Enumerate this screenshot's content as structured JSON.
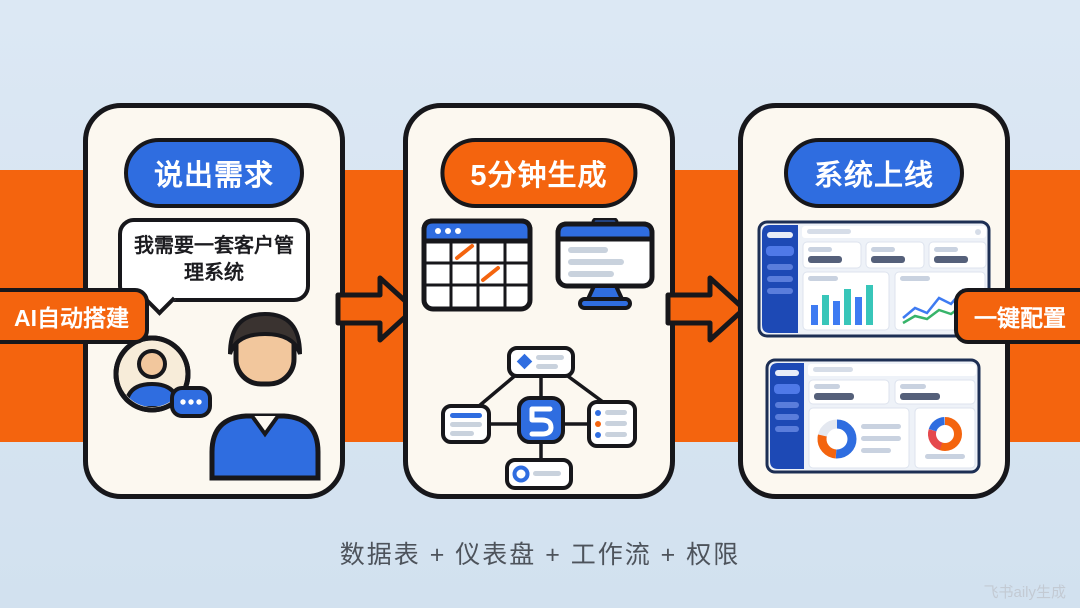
{
  "colors": {
    "page_bg": "#dce8f4",
    "band": "#f4640e",
    "blue": "#2f6de0",
    "card_bg": "#fcf8f0",
    "outline": "#17171b"
  },
  "band_labels": {
    "left": "AI自动搭建",
    "right": "一键配置"
  },
  "steps": [
    {
      "badge": "说出需求",
      "bubble": "我需要一套客户管理系统"
    },
    {
      "badge": "5分钟生成"
    },
    {
      "badge": "系统上线"
    }
  ],
  "footer": {
    "caption": "数据表 + 仪表盘 + 工作流 + 权限"
  },
  "watermark": "飞书aily生成"
}
